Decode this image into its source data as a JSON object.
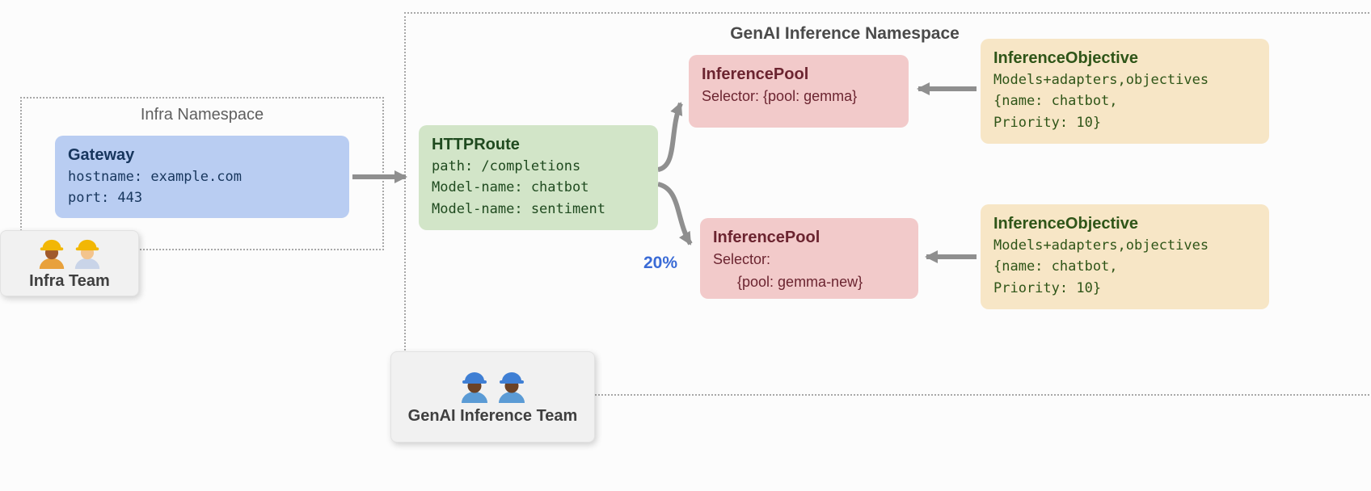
{
  "infra_namespace": {
    "title": "Infra Namespace",
    "gateway": {
      "title": "Gateway",
      "lines": [
        "hostname: example.com",
        "port: 443"
      ]
    }
  },
  "infra_team": {
    "label": "Infra Team",
    "icons": [
      "construction-worker-icon",
      "construction-worker-icon"
    ]
  },
  "genai_namespace": {
    "title": "GenAI Inference Namespace",
    "httproute": {
      "title": "HTTPRoute",
      "lines": [
        "path: /completions",
        "Model-name: chatbot",
        "Model-name: sentiment"
      ]
    },
    "pool_top": {
      "title": "InferencePool",
      "lines": [
        "Selector: {pool: gemma}"
      ]
    },
    "pool_bottom": {
      "title": "InferencePool",
      "lines": [
        "Selector:",
        "{pool: gemma-new}"
      ]
    },
    "objective_top": {
      "title": "InferenceObjective",
      "lines": [
        "Models+adapters,objectives",
        "{name: chatbot,",
        "Priority: 10}"
      ]
    },
    "objective_bottom": {
      "title": "InferenceObjective",
      "lines": [
        "Models+adapters,objectives",
        "{name: chatbot,",
        "Priority: 10}"
      ]
    },
    "traffic_split": "20%"
  },
  "genai_team": {
    "label": "GenAI Inference Team",
    "icons": [
      "mechanic-icon",
      "mechanic-icon"
    ]
  },
  "colors": {
    "gateway_bg": "#b9cdf2",
    "gateway_text": "#17365d",
    "httproute_bg": "#d2e5c8",
    "httproute_text": "#1f4a1f",
    "inference_pool_bg": "#f2caca",
    "inference_pool_text": "#6b2430",
    "inference_objective_bg": "#f7e6c6",
    "inference_objective_text": "#2f5518",
    "arrow": "#8f8f8f",
    "traffic_split_label": "#3a6bd6",
    "team_card_bg": "#f1f1f1",
    "namespace_border": "#a8a8a8"
  }
}
